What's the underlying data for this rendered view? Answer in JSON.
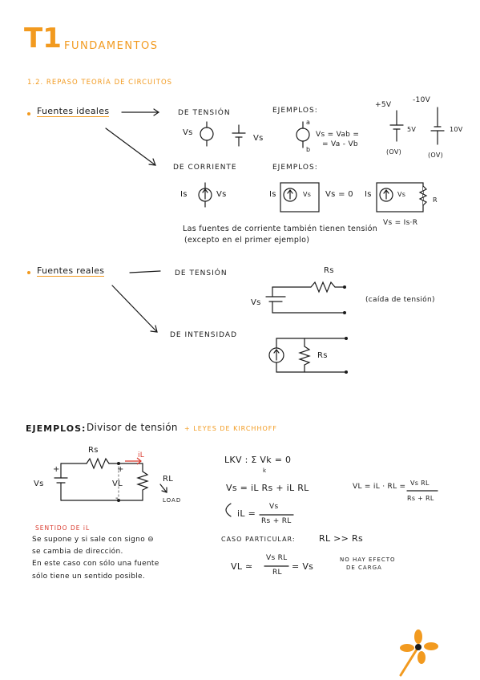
{
  "header": {
    "number": "T1",
    "title": "FUNDAMENTOS",
    "section": "1.2. REPASO TEORÍA DE CIRCUITOS"
  },
  "ideal": {
    "label": "Fuentes ideales",
    "tension": "DE TENSIÓN",
    "examples1": "EJEMPLOS:",
    "vs1": "Vs",
    "vs2": "Vs",
    "a": "a",
    "b": "b",
    "vs_eq1": "Vs = Vab =",
    "vs_eq2": "= Va - Vb",
    "p5v": "+5V",
    "m10v": "-10V",
    "five": "5V",
    "ten": "10V",
    "ov1": "(OV)",
    "ov2": "(OV)",
    "corriente": "DE CORRIENTE",
    "examples2": "EJEMPLOS:",
    "is1": "Is",
    "vs3": "Vs",
    "is2": "Is",
    "vs4": "Vs",
    "vs0": "Vs = 0",
    "is3": "Is",
    "vs5": "Vs",
    "r": "R",
    "vsisr": "Vs = Is·R",
    "note1": "Las fuentes de corriente también tienen tensión",
    "note2": "(excepto en el primer ejemplo)"
  },
  "real": {
    "label": "Fuentes reales",
    "tension": "DE TENSIÓN",
    "rs1": "Rs",
    "vs": "Vs",
    "caida": "(caída de tensión)",
    "intensidad": "DE INTENSIDAD",
    "rs2": "Rs"
  },
  "examples": {
    "heading": "EJEMPLOS:",
    "title": "Divisor de tensión",
    "plus_laws": "+ LEYES DE KIRCHHOFF",
    "rs": "Rs",
    "il": "iL",
    "vs": "Vs",
    "vl": "VL",
    "rl": "RL",
    "load": "LOAD",
    "plus1": "+",
    "plus2": "+",
    "minus": "-",
    "sentido": "SENTIDO DE iL",
    "s1": "Se supone y si sale con signo ⊖",
    "s2": "se cambia de dirección.",
    "s3": "En este caso con sólo una fuente",
    "s4": "sólo tiene un sentido posible.",
    "lkv": "LKV : Σ Vk = 0",
    "lkv_sub": "k",
    "eq1": "Vs = iL Rs + iL RL",
    "eq2": "VL = iL · RL =",
    "eq2_num": "Vs RL",
    "eq2_den": "Rs + RL",
    "il_eq": "iL =",
    "il_num": "Vs",
    "il_den": "Rs + RL",
    "caso": "CASO PARTICULAR:",
    "caso_cond": "RL >> Rs",
    "vl_approx": "VL ≃",
    "vl_num": "Vs RL",
    "vl_den": "RL",
    "vl_res": "= Vs",
    "no_hay1": "NO HAY EFECTO",
    "no_hay2": "DE CARGA"
  },
  "colors": {
    "accent": "#f29a1f",
    "red": "#d9382b",
    "ink": "#1a1a1a"
  },
  "decoration": "flower-icon"
}
